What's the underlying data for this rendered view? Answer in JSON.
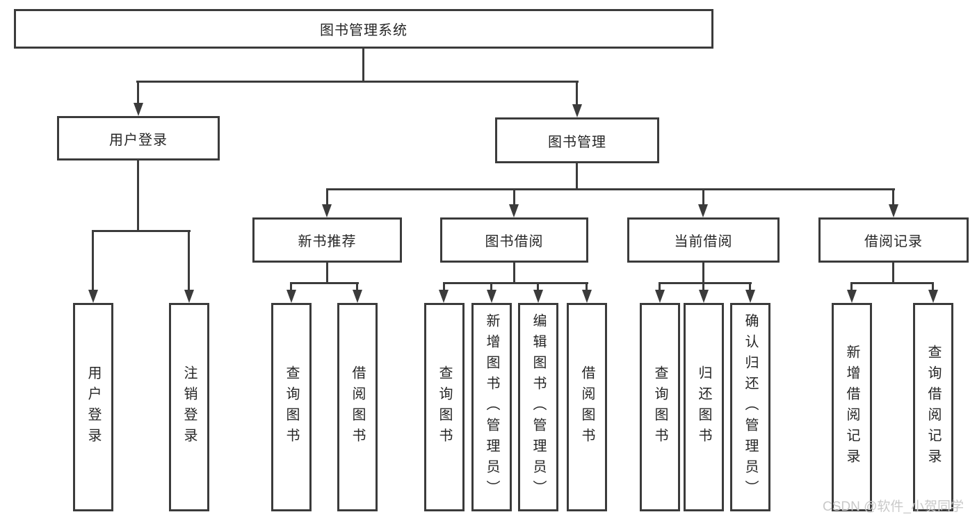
{
  "diagram": {
    "type": "hierarchy-tree",
    "title": "图书管理系统"
  },
  "nodes": {
    "root": {
      "label": "图书管理系统"
    },
    "user_login": {
      "label": "用户登录"
    },
    "book_mgmt": {
      "label": "图书管理"
    },
    "new_book_rec": {
      "label": "新书推荐"
    },
    "book_borrow": {
      "label": "图书借阅"
    },
    "current_borrow": {
      "label": "当前借阅"
    },
    "borrow_records": {
      "label": "借阅记录"
    },
    "leaf_user_login": {
      "label": "用户登录"
    },
    "leaf_logout": {
      "label": "注销登录"
    },
    "leaf_query_book_1": {
      "label": "查询图书"
    },
    "leaf_borrow_book_1": {
      "label": "借阅图书"
    },
    "leaf_query_book_2": {
      "label": "查询图书"
    },
    "leaf_add_book_admin": {
      "label": "新增图书（管理员）"
    },
    "leaf_edit_book_admin": {
      "label": "编辑图书（管理员）"
    },
    "leaf_borrow_book_2": {
      "label": "借阅图书"
    },
    "leaf_query_book_3": {
      "label": "查询图书"
    },
    "leaf_return_book": {
      "label": "归还图书"
    },
    "leaf_confirm_return_admin": {
      "label": "确认归还（管理员）"
    },
    "leaf_add_borrow_record": {
      "label": "新增借阅记录"
    },
    "leaf_query_borrow_record": {
      "label": "查询借阅记录"
    }
  },
  "edges": [
    {
      "from": "图书管理系统",
      "to": "用户登录"
    },
    {
      "from": "图书管理系统",
      "to": "图书管理"
    },
    {
      "from": "用户登录",
      "to": "用户登录"
    },
    {
      "from": "用户登录",
      "to": "注销登录"
    },
    {
      "from": "图书管理",
      "to": "新书推荐"
    },
    {
      "from": "图书管理",
      "to": "图书借阅"
    },
    {
      "from": "图书管理",
      "to": "当前借阅"
    },
    {
      "from": "图书管理",
      "to": "借阅记录"
    },
    {
      "from": "新书推荐",
      "to": "查询图书"
    },
    {
      "from": "新书推荐",
      "to": "借阅图书"
    },
    {
      "from": "图书借阅",
      "to": "查询图书"
    },
    {
      "from": "图书借阅",
      "to": "新增图书（管理员）"
    },
    {
      "from": "图书借阅",
      "to": "编辑图书（管理员）"
    },
    {
      "from": "图书借阅",
      "to": "借阅图书"
    },
    {
      "from": "当前借阅",
      "to": "查询图书"
    },
    {
      "from": "当前借阅",
      "to": "归还图书"
    },
    {
      "from": "当前借阅",
      "to": "确认归还（管理员）"
    },
    {
      "from": "借阅记录",
      "to": "新增借阅记录"
    },
    {
      "from": "借阅记录",
      "to": "查询借阅记录"
    }
  ],
  "colors": {
    "line": "#3b3b3b",
    "text": "#262626",
    "background": "#ffffff",
    "watermark": "#c9c9c9"
  },
  "watermark": {
    "text": "CSDN @软件_小贺同学"
  }
}
